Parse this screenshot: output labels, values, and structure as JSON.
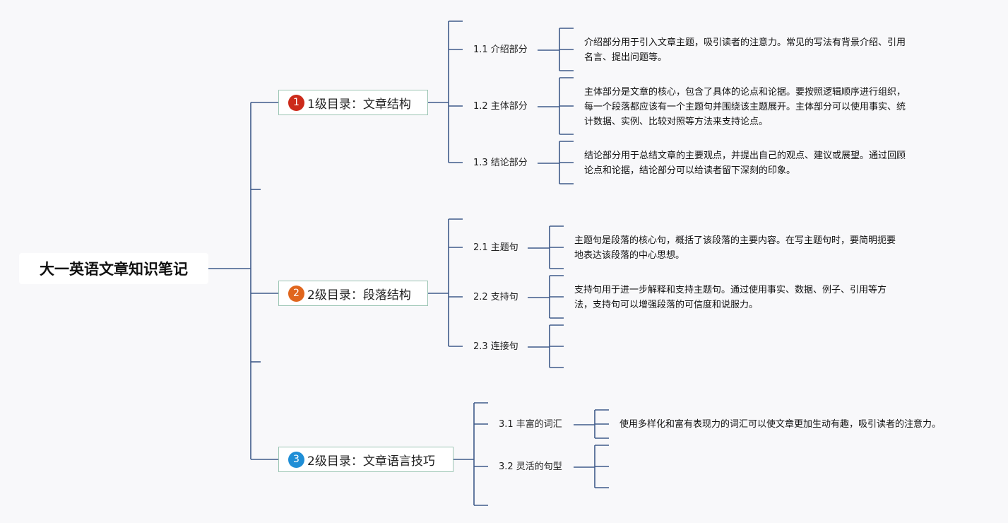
{
  "title": "大一英语文章知识笔记",
  "sections": [
    {
      "badge": "1",
      "badge_color": "#cc2a1a",
      "label": "1级目录：文章结构",
      "children": [
        {
          "label": "1.1 介绍部分",
          "desc": [
            "介绍部分用于引入文章主题，吸引读者的注意力。常见的写法有背景介绍、引用",
            "名言、提出问题等。"
          ]
        },
        {
          "label": "1.2 主体部分",
          "desc": [
            "主体部分是文章的核心，包含了具体的论点和论据。要按照逻辑顺序进行组织，",
            "每一个段落都应该有一个主题句并围绕该主题展开。主体部分可以使用事实、统",
            "计数据、实例、比较对照等方法来支持论点。"
          ]
        },
        {
          "label": "1.3 结论部分",
          "desc": [
            "结论部分用于总结文章的主要观点，并提出自己的观点、建议或展望。通过回顾",
            "论点和论据，结论部分可以给读者留下深刻的印象。"
          ]
        }
      ]
    },
    {
      "badge": "2",
      "badge_color": "#e0661d",
      "label": "2级目录：段落结构",
      "children": [
        {
          "label": "2.1 主题句",
          "desc": [
            "主题句是段落的核心句，概括了该段落的主要内容。在写主题句时，要简明扼要",
            "地表达该段落的中心思想。"
          ]
        },
        {
          "label": "2.2 支持句",
          "desc": [
            "支持句用于进一步解释和支持主题句。通过使用事实、数据、例子、引用等方",
            "法，支持句可以增强段落的可信度和说服力。"
          ]
        },
        {
          "label": "2.3 连接句",
          "desc": []
        }
      ]
    },
    {
      "badge": "3",
      "badge_color": "#1f8ed6",
      "label": "2级目录：文章语言技巧",
      "children": [
        {
          "label": "3.1 丰富的词汇",
          "desc": [
            "使用多样化和富有表现力的词汇可以使文章更加生动有趣，吸引读者的注意力。"
          ]
        },
        {
          "label": "3.2 灵活的句型",
          "desc": []
        }
      ]
    }
  ],
  "colors": {
    "line": "#3f5a8a",
    "l1_border": "#9cc5b4"
  }
}
